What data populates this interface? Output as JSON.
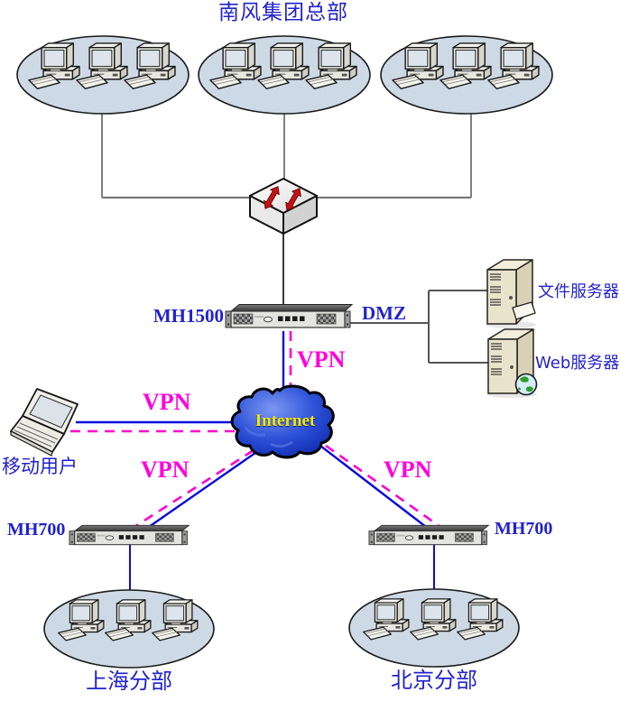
{
  "diagram_type": "network-topology",
  "labels": {
    "title": "南风集团总部",
    "mh1500": "MH1500",
    "dmz": "DMZ",
    "file_server": "文件服务器",
    "web_server": "Web服务器",
    "internet": "Internet",
    "vpn_center": "VPN",
    "vpn_mobile": "VPN",
    "vpn_branch_left": "VPN",
    "vpn_branch_right": "VPN",
    "mobile_user": "移动用户",
    "mh700_left": "MH700",
    "mh700_right": "MH700",
    "branch_left": "上海分部",
    "branch_right": "北京分部"
  },
  "topology": {
    "headquarters_lan_groups": 3,
    "pcs_per_lan_group": 3,
    "branch_pcs_per_group": 3,
    "connections": [
      "总部局域网组×3 — 交换机",
      "交换机 — MH1500",
      "MH1500 — DMZ — 文件服务器 / Web服务器",
      "MH1500 — Internet (VPN)",
      "移动用户(笔记本) — Internet (VPN)",
      "Internet — MH700 — 上海分部 (VPN)",
      "Internet — MH700 — 北京分部 (VPN)"
    ]
  },
  "colors": {
    "label_blue": "#2222cc",
    "vpn_text_magenta": "#ff00dd",
    "vpn_dash_line": "#ff00cc",
    "vpn_blue_line": "#0b0bdd",
    "lan_line_gray": "#606060",
    "ellipse_fill": "#cdd9e5",
    "internet_text_yellow": "#f5e800",
    "cloud_blue": "#2e52d8",
    "switch_arrow_red": "#c31212",
    "server_beige": "#eae3cb"
  }
}
